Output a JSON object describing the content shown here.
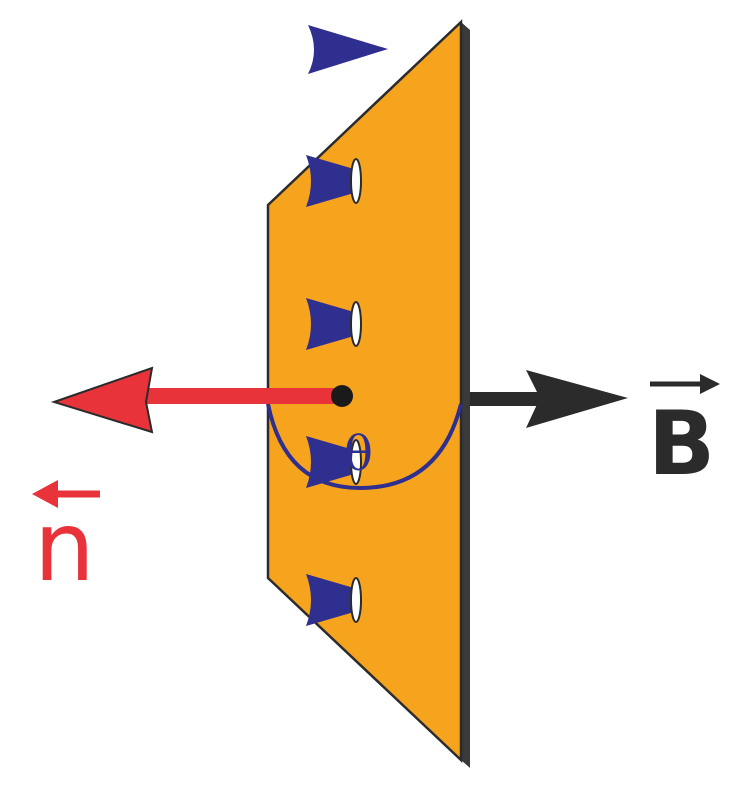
{
  "labels": {
    "field": "B",
    "normal": "n",
    "angle": "θ"
  },
  "colors": {
    "plane_fill": "#f6a31e",
    "plane_edge": "#3a3a3a",
    "field_arrow": "#2b2b2b",
    "normal_arrow": "#e8333a",
    "flux_cones": "#2f2f8f",
    "angle_arc": "#2f2f8f",
    "background": "#ffffff"
  }
}
